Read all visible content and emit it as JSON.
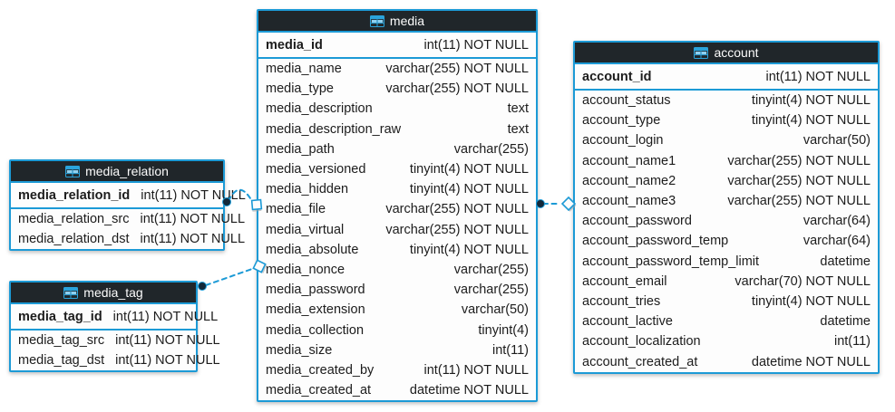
{
  "diagram": {
    "colors": {
      "accent": "#1c9ad6",
      "header_bg": "#20262a",
      "header_text": "#fcfcfc",
      "row_text": "#1c1c1c"
    },
    "tables": [
      {
        "id": "media",
        "title": "media",
        "primary_key": {
          "name": "media_id",
          "type": "int(11) NOT NULL"
        },
        "fields": [
          {
            "name": "media_name",
            "type": "varchar(255) NOT NULL"
          },
          {
            "name": "media_type",
            "type": "varchar(255) NOT NULL"
          },
          {
            "name": "media_description",
            "type": "text"
          },
          {
            "name": "media_description_raw",
            "type": "text"
          },
          {
            "name": "media_path",
            "type": "varchar(255)"
          },
          {
            "name": "media_versioned",
            "type": "tinyint(4) NOT NULL"
          },
          {
            "name": "media_hidden",
            "type": "tinyint(4) NOT NULL"
          },
          {
            "name": "media_file",
            "type": "varchar(255) NOT NULL"
          },
          {
            "name": "media_virtual",
            "type": "varchar(255) NOT NULL"
          },
          {
            "name": "media_absolute",
            "type": "tinyint(4) NOT NULL"
          },
          {
            "name": "media_nonce",
            "type": "varchar(255)"
          },
          {
            "name": "media_password",
            "type": "varchar(255)"
          },
          {
            "name": "media_extension",
            "type": "varchar(50)"
          },
          {
            "name": "media_collection",
            "type": "tinyint(4)"
          },
          {
            "name": "media_size",
            "type": "int(11)"
          },
          {
            "name": "media_created_by",
            "type": "int(11) NOT NULL"
          },
          {
            "name": "media_created_at",
            "type": "datetime NOT NULL"
          }
        ]
      },
      {
        "id": "media_relation",
        "title": "media_relation",
        "primary_key": {
          "name": "media_relation_id",
          "type": "int(11) NOT NULL"
        },
        "fields": [
          {
            "name": "media_relation_src",
            "type": "int(11) NOT NULL"
          },
          {
            "name": "media_relation_dst",
            "type": "int(11) NOT NULL"
          }
        ]
      },
      {
        "id": "media_tag",
        "title": "media_tag",
        "primary_key": {
          "name": "media_tag_id",
          "type": "int(11) NOT NULL"
        },
        "fields": [
          {
            "name": "media_tag_src",
            "type": "int(11) NOT NULL"
          },
          {
            "name": "media_tag_dst",
            "type": "int(11) NOT NULL"
          }
        ]
      },
      {
        "id": "account",
        "title": "account",
        "primary_key": {
          "name": "account_id",
          "type": "int(11) NOT NULL"
        },
        "fields": [
          {
            "name": "account_status",
            "type": "tinyint(4) NOT NULL"
          },
          {
            "name": "account_type",
            "type": "tinyint(4) NOT NULL"
          },
          {
            "name": "account_login",
            "type": "varchar(50)"
          },
          {
            "name": "account_name1",
            "type": "varchar(255) NOT NULL"
          },
          {
            "name": "account_name2",
            "type": "varchar(255) NOT NULL"
          },
          {
            "name": "account_name3",
            "type": "varchar(255) NOT NULL"
          },
          {
            "name": "account_password",
            "type": "varchar(64)"
          },
          {
            "name": "account_password_temp",
            "type": "varchar(64)"
          },
          {
            "name": "account_password_temp_limit",
            "type": "datetime"
          },
          {
            "name": "account_email",
            "type": "varchar(70) NOT NULL"
          },
          {
            "name": "account_tries",
            "type": "tinyint(4) NOT NULL"
          },
          {
            "name": "account_lactive",
            "type": "datetime"
          },
          {
            "name": "account_localization",
            "type": "int(11)"
          },
          {
            "name": "account_created_at",
            "type": "datetime NOT NULL"
          }
        ]
      }
    ],
    "relationships": [
      {
        "from": "media_relation",
        "to": "media"
      },
      {
        "from": "media_tag",
        "to": "media"
      },
      {
        "from": "media",
        "to": "account"
      }
    ]
  }
}
